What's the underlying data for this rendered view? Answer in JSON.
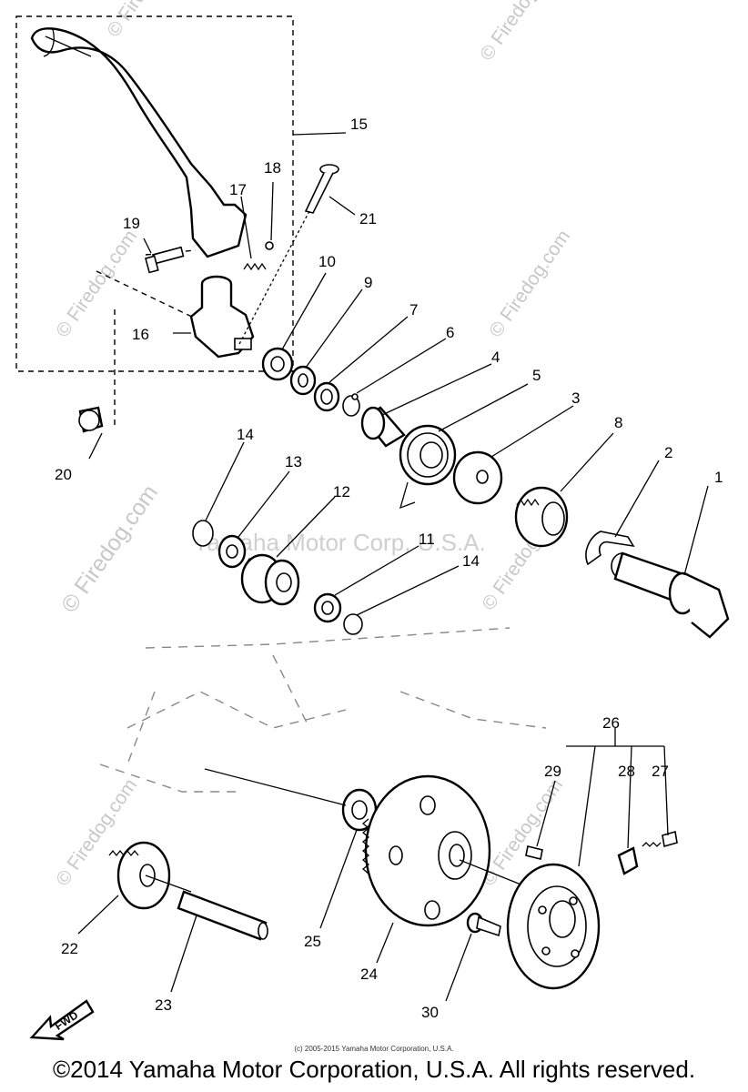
{
  "watermarks": {
    "site": "© Firedog.com",
    "center": "Yamaha Motor Corp, U.S.A."
  },
  "callouts": [
    "1",
    "2",
    "3",
    "4",
    "5",
    "6",
    "7",
    "8",
    "9",
    "10",
    "11",
    "12",
    "13",
    "14",
    "14",
    "15",
    "16",
    "17",
    "18",
    "19",
    "20",
    "21",
    "22",
    "23",
    "24",
    "25",
    "26",
    "27",
    "28",
    "29",
    "30"
  ],
  "fwd_label": "FWD",
  "copyright_small": "(c) 2005-2015 Yamaha Motor Corporation, U.S.A.",
  "copyright_main": "©2014 Yamaha Motor Corporation, U.S.A. All rights reserved."
}
